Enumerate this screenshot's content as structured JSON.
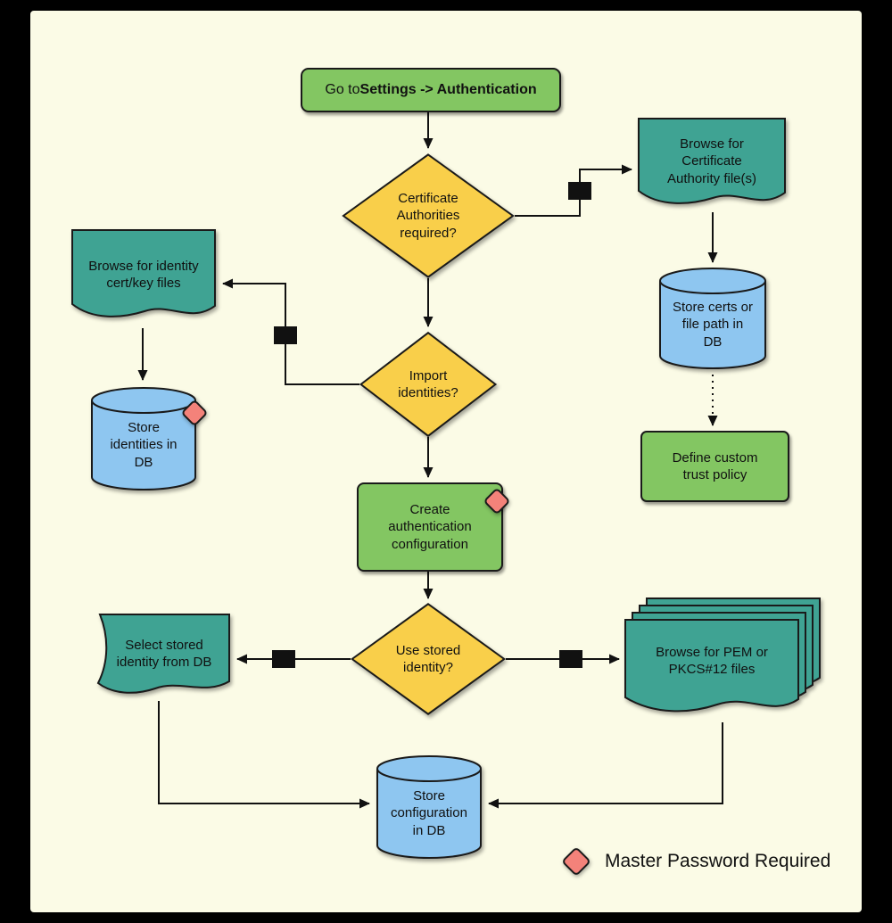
{
  "colors": {
    "canvas": "#fbfbe6",
    "process_green": "#83c662",
    "decision_yellow": "#f9cf4a",
    "document_teal": "#3fa393",
    "database_blue": "#8ec6f0",
    "badge_pink": "#f4827a",
    "connector": "#111111"
  },
  "nodes": {
    "start": {
      "prefix": "Go to ",
      "bold": "Settings -> Authentication"
    },
    "ca_required": {
      "label": "Certificate\nAuthorities\nrequired?"
    },
    "browse_ca": {
      "label": "Browse for\nCertificate\nAuthority file(s)"
    },
    "store_certs": {
      "label": "Store certs or\nfile path in\nDB"
    },
    "trust_policy": {
      "label": "Define custom\ntrust policy"
    },
    "import_identities": {
      "label": "Import\nidentities?"
    },
    "browse_identity": {
      "label": "Browse for identity\ncert/key files"
    },
    "store_identities": {
      "label": "Store\nidentities in\nDB"
    },
    "create_auth": {
      "label": "Create\nauthentication\nconfiguration"
    },
    "use_stored": {
      "label": "Use stored\nidentity?"
    },
    "select_stored": {
      "label": "Select stored\nidentity from DB"
    },
    "browse_pem": {
      "label": "Browse for PEM  or\nPKCS#12 files"
    },
    "store_config": {
      "label": "Store\nconfiguration\nin DB"
    }
  },
  "legend": {
    "label": "Master Password Required"
  }
}
